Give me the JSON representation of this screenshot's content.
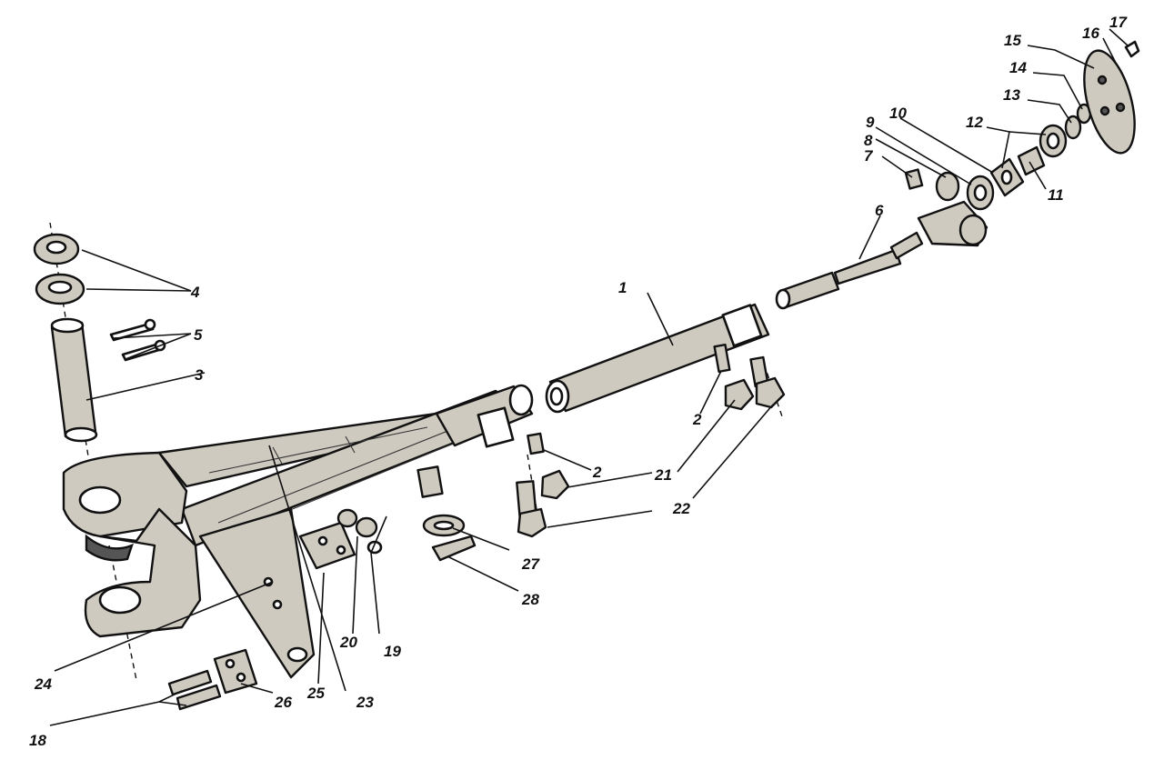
{
  "callouts": [
    {
      "id": "c1",
      "text": "1"
    },
    {
      "id": "c2a",
      "text": "2"
    },
    {
      "id": "c2b",
      "text": "2"
    },
    {
      "id": "c3",
      "text": "3"
    },
    {
      "id": "c4",
      "text": "4"
    },
    {
      "id": "c5",
      "text": "5"
    },
    {
      "id": "c6",
      "text": "6"
    },
    {
      "id": "c7",
      "text": "7"
    },
    {
      "id": "c8",
      "text": "8"
    },
    {
      "id": "c9",
      "text": "9"
    },
    {
      "id": "c10",
      "text": "10"
    },
    {
      "id": "c11",
      "text": "11"
    },
    {
      "id": "c12",
      "text": "12"
    },
    {
      "id": "c13",
      "text": "13"
    },
    {
      "id": "c14",
      "text": "14"
    },
    {
      "id": "c15",
      "text": "15"
    },
    {
      "id": "c16",
      "text": "16"
    },
    {
      "id": "c17",
      "text": "17"
    },
    {
      "id": "c18",
      "text": "18"
    },
    {
      "id": "c19",
      "text": "19"
    },
    {
      "id": "c20",
      "text": "20"
    },
    {
      "id": "c21",
      "text": "21"
    },
    {
      "id": "c22",
      "text": "22"
    },
    {
      "id": "c23",
      "text": "23"
    },
    {
      "id": "c24",
      "text": "24"
    },
    {
      "id": "c25",
      "text": "25"
    },
    {
      "id": "c26",
      "text": "26"
    },
    {
      "id": "c27",
      "text": "27"
    },
    {
      "id": "c28",
      "text": "28"
    }
  ]
}
